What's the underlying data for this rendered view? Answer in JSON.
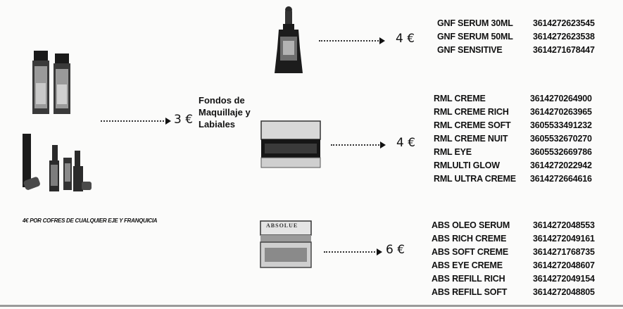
{
  "left": {
    "caption_lines": [
      "Fondos de",
      "Maquillaje y",
      "Labiales"
    ],
    "price": "3 €",
    "note": "4€ POR COFRES DE CUALQUIER EJE Y FRANQUICIA"
  },
  "groups": [
    {
      "price": "4 €",
      "items": [
        {
          "name": "GNF SERUM 30ML",
          "code": "3614272623545"
        },
        {
          "name": "GNF SERUM 50ML",
          "code": "3614272623538"
        },
        {
          "name": "GNF SENSITIVE",
          "code": "3614271678447"
        }
      ]
    },
    {
      "price": "4 €",
      "items": [
        {
          "name": "RML CREME",
          "code": "3614270264900"
        },
        {
          "name": "RML CREME RICH",
          "code": "3614270263965"
        },
        {
          "name": "RML CREME SOFT",
          "code": "3605533491232"
        },
        {
          "name": "RML CREME NUIT",
          "code": "3605532670270"
        },
        {
          "name": "RML EYE",
          "code": "3605532669786"
        },
        {
          "name": "RMLULTI GLOW",
          "code": "3614272022942"
        },
        {
          "name": "RML ULTRA CREME",
          "code": "3614272664616"
        }
      ]
    },
    {
      "price": "6 €",
      "items": [
        {
          "name": "ABS OLEO SERUM",
          "code": "3614272048553"
        },
        {
          "name": "ABS RICH CREME",
          "code": "3614272049161"
        },
        {
          "name": "ABS SOFT CREME",
          "code": "3614271768735"
        },
        {
          "name": "ABS EYE CREME",
          "code": "3614272048607"
        },
        {
          "name": "ABS REFILL RICH",
          "code": "3614272049154"
        },
        {
          "name": "ABS REFILL SOFT",
          "code": "3614272048805"
        }
      ]
    }
  ],
  "jar_label": "ABSOLUE"
}
